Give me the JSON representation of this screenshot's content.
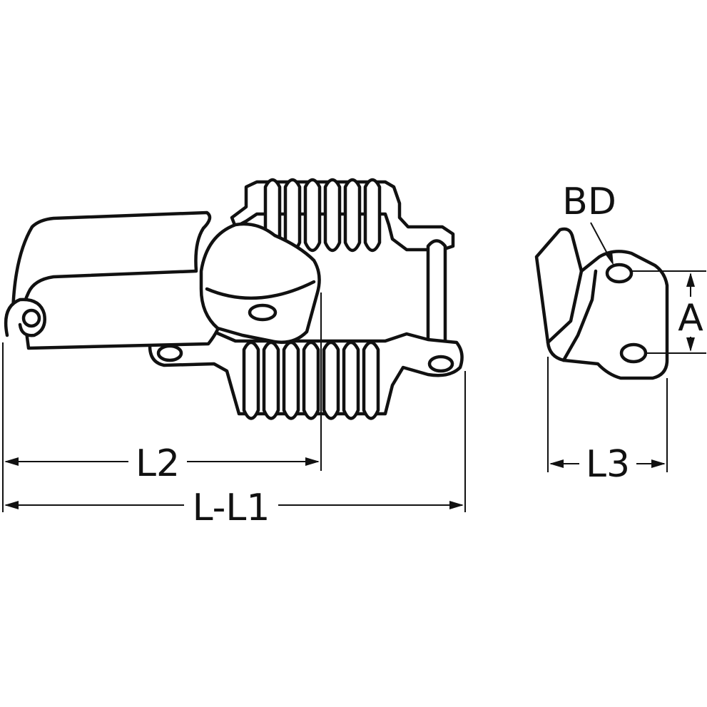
{
  "labels": {
    "l2": "L2",
    "l_l1": "L-L1",
    "l3": "L3",
    "bd": "BD",
    "a": "A"
  },
  "colors": {
    "line": "#111111",
    "background": "#ffffff"
  }
}
